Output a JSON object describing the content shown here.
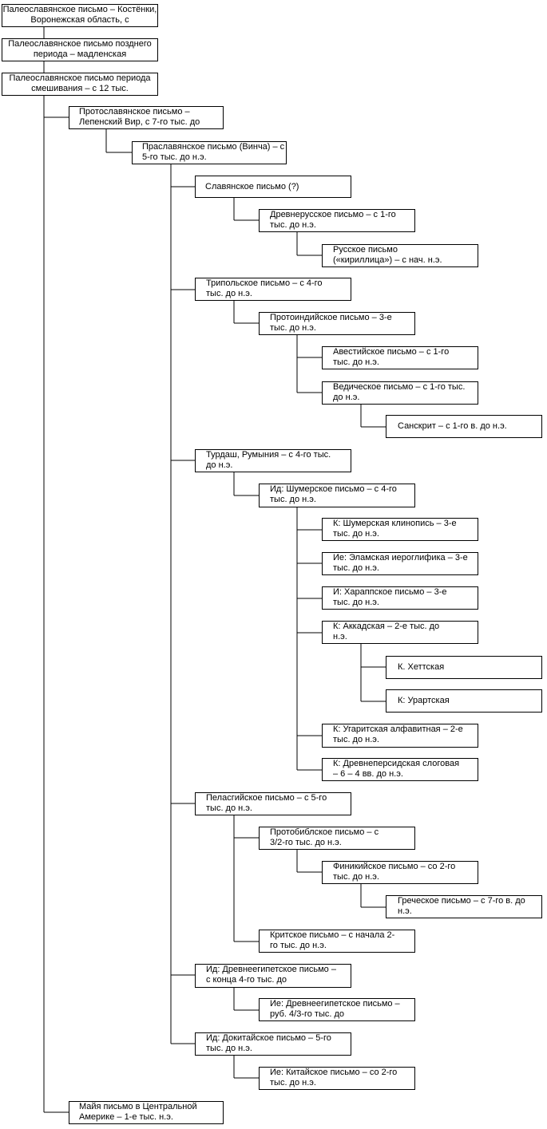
{
  "nodes": [
    {
      "id": "n1",
      "text": "Палеославянское письмо – Костёнки, Воронежская область, с"
    },
    {
      "id": "n2",
      "text": "Палеославянское письмо позднего периода – мадленская"
    },
    {
      "id": "n3",
      "text": "Палеославянское письмо периода смешивания – с 12 тыс."
    },
    {
      "id": "n4",
      "text": "Протославянское письмо – Лепенский Вир, с 7-го тыс. до"
    },
    {
      "id": "n5",
      "text": "Праславянское письмо (Винча) – с 5-го тыс. до н.э."
    },
    {
      "id": "n6",
      "text": "Славянское письмо (?)"
    },
    {
      "id": "n7",
      "text": "Древнерусское письмо – с 1-го тыс. до н.э."
    },
    {
      "id": "n8",
      "text": "Русское письмо («кириллица») – с нач. н.э."
    },
    {
      "id": "n9",
      "text": "Трипольское письмо – с 4-го тыс. до н.э."
    },
    {
      "id": "n10",
      "text": "Протоиндийское письмо – 3-е тыс. до н.э."
    },
    {
      "id": "n11",
      "text": "Авестийское письмо – с 1-го тыс. до н.э."
    },
    {
      "id": "n12",
      "text": "Ведическое письмо – с 1-го тыс. до н.э."
    },
    {
      "id": "n13",
      "text": "Санскрит – с 1-го в. до н.э."
    },
    {
      "id": "n14",
      "text": "Турдаш, Румыния – с 4-го тыс. до н.э."
    },
    {
      "id": "n15",
      "text": "Ид: Шумерское письмо – с 4-го тыс. до н.э."
    },
    {
      "id": "n16",
      "text": "К: Шумерская клинопись – 3-е тыс. до н.э."
    },
    {
      "id": "n17",
      "text": "Ие: Эламская иероглифика – 3-е тыс. до н.э."
    },
    {
      "id": "n18",
      "text": "И: Хараппское письмо – 3-е тыс. до н.э."
    },
    {
      "id": "n19",
      "text": "К: Аккадская – 2-е тыс. до н.э."
    },
    {
      "id": "n20",
      "text": "К. Хеттская"
    },
    {
      "id": "n21",
      "text": "К: Урартская"
    },
    {
      "id": "n22",
      "text": "К: Угаритская алфавитная – 2-е тыс. до н.э."
    },
    {
      "id": "n23",
      "text": "К: Древнеперсидская слоговая – 6 – 4 вв. до н.э."
    },
    {
      "id": "n24",
      "text": "Пеласгийское письмо – с 5-го тыс. до н.э."
    },
    {
      "id": "n25",
      "text": "Протобиблское письмо – с 3/2-го тыс. до н.э."
    },
    {
      "id": "n26",
      "text": "Финикийское письмо – со 2-го тыс. до н.э."
    },
    {
      "id": "n27",
      "text": "Греческое письмо – с 7-го в. до н.э."
    },
    {
      "id": "n28",
      "text": "Критское письмо – с начала 2-го тыс. до н.э."
    },
    {
      "id": "n29",
      "text": "Ид: Древнеегипетское письмо – с конца 4-го тыс. до"
    },
    {
      "id": "n30",
      "text": "Ие: Древнеегипетское письмо – руб. 4/3-го тыс. до"
    },
    {
      "id": "n31",
      "text": "Ид: Докитайское письмо – 5-го тыс. до н.э."
    },
    {
      "id": "n32",
      "text": "Ие: Китайское письмо – со 2-го тыс. до н.э."
    },
    {
      "id": "n33",
      "text": "Майя письмо в Центральной Америке – 1-е тыс. н.э."
    }
  ],
  "edges": [
    [
      "n1",
      "n2"
    ],
    [
      "n2",
      "n3"
    ],
    [
      "n3",
      "n4"
    ],
    [
      "n3",
      "n33"
    ],
    [
      "n4",
      "n5"
    ],
    [
      "n5",
      "n6"
    ],
    [
      "n5",
      "n9"
    ],
    [
      "n5",
      "n14"
    ],
    [
      "n5",
      "n24"
    ],
    [
      "n5",
      "n29"
    ],
    [
      "n5",
      "n31"
    ],
    [
      "n6",
      "n7"
    ],
    [
      "n7",
      "n8"
    ],
    [
      "n9",
      "n10"
    ],
    [
      "n10",
      "n11"
    ],
    [
      "n10",
      "n12"
    ],
    [
      "n12",
      "n13"
    ],
    [
      "n14",
      "n15"
    ],
    [
      "n15",
      "n16"
    ],
    [
      "n15",
      "n17"
    ],
    [
      "n15",
      "n18"
    ],
    [
      "n15",
      "n19"
    ],
    [
      "n15",
      "n22"
    ],
    [
      "n15",
      "n23"
    ],
    [
      "n19",
      "n20"
    ],
    [
      "n19",
      "n21"
    ],
    [
      "n24",
      "n25"
    ],
    [
      "n24",
      "n28"
    ],
    [
      "n25",
      "n26"
    ],
    [
      "n26",
      "n27"
    ],
    [
      "n29",
      "n30"
    ],
    [
      "n31",
      "n32"
    ]
  ]
}
